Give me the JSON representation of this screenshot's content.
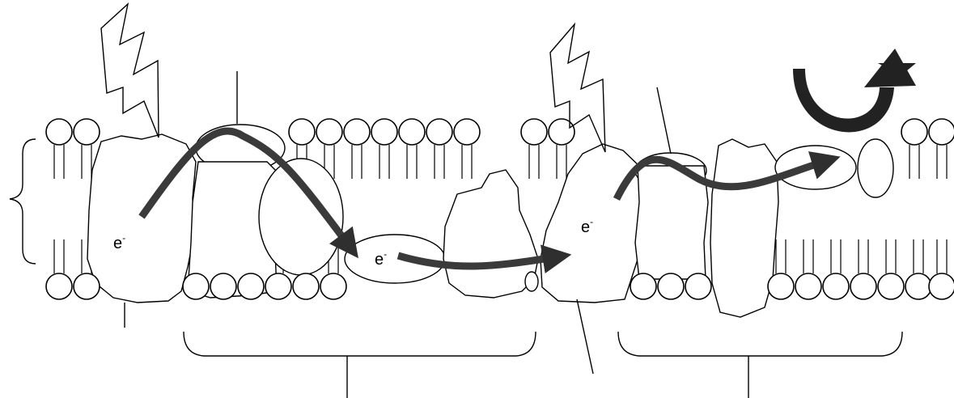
{
  "electron_labels": [
    {
      "base": "e",
      "sup": "-"
    },
    {
      "base": "e",
      "sup": "-"
    },
    {
      "base": "e",
      "sup": "-"
    }
  ],
  "colors": {
    "stroke": "#000000",
    "arrow": "#3a3a3a",
    "background": "#ffffff"
  },
  "icons": {
    "light": "lightning-bolt-icon",
    "cycle": "curved-arrow-icon"
  }
}
